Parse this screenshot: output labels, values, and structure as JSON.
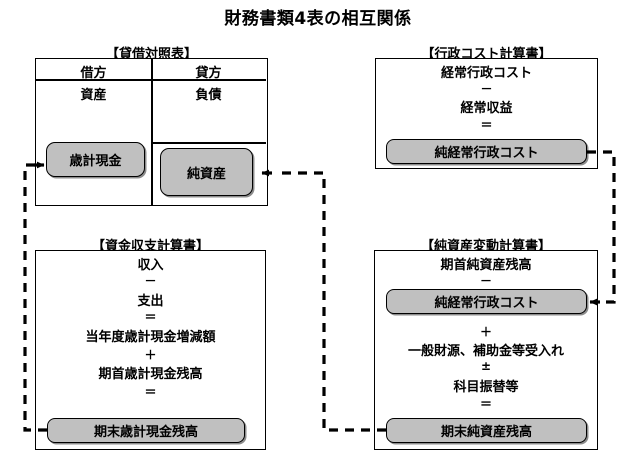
{
  "title": "財務書類4表の相互関係",
  "colors": {
    "gray_box_fill": "#c0c0c0",
    "line": "#000000",
    "background": "#ffffff"
  },
  "panels": {
    "balance_sheet": {
      "label": "【貸借対照表】",
      "columns": [
        {
          "header": "借方",
          "row": "資産"
        },
        {
          "header": "貸方",
          "row": "負債"
        }
      ],
      "boxes": [
        {
          "label": "歳計現金",
          "side": "debit"
        },
        {
          "label": "純資産",
          "side": "credit"
        }
      ]
    },
    "admin_cost": {
      "label": "【行政コスト計算書】",
      "items": [
        {
          "text": "経常行政コスト"
        },
        {
          "op": "－"
        },
        {
          "text": "経常収益"
        },
        {
          "op": "＝"
        }
      ],
      "result_box": "純経常行政コスト"
    },
    "cash_flow": {
      "label": "【資金収支計算書】",
      "items": [
        {
          "text": "収入"
        },
        {
          "op": "－"
        },
        {
          "text": "支出"
        },
        {
          "op": "＝"
        },
        {
          "text": "当年度歳計現金増減額"
        },
        {
          "op": "＋"
        },
        {
          "text": "期首歳計現金残高"
        },
        {
          "op": "＝"
        }
      ],
      "result_box": "期末歳計現金残高"
    },
    "net_asset_change": {
      "label": "【純資産変動計算書】",
      "head": "期首純資産残高",
      "head_op": "－",
      "cost_box": "純経常行政コスト",
      "items": [
        {
          "op": "＋"
        },
        {
          "text": "一般財源、補助金等受入れ"
        },
        {
          "op": "±"
        },
        {
          "text": "科目振替等"
        },
        {
          "op": "＝"
        }
      ],
      "result_box": "期末純資産残高"
    }
  },
  "connectors": [
    {
      "name": "cash-to-balance-sheet",
      "from": "期末歳計現金残高",
      "to": "歳計現金"
    },
    {
      "name": "net-asset-to-balance-sheet",
      "from": "期末純資産残高",
      "to": "純資産"
    },
    {
      "name": "admin-cost-to-net-asset",
      "from": "純経常行政コスト",
      "to": "純経常行政コスト"
    }
  ]
}
